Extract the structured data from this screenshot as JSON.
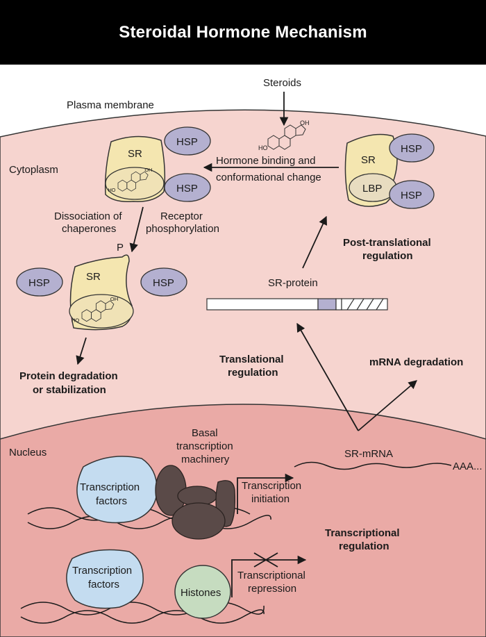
{
  "title": "Steroidal Hormone Mechanism",
  "colors": {
    "cytoplasm": "#f6d4cf",
    "nucleus": "#eaaaa6",
    "receptor": "#f4e6b0",
    "hsp": "#b4b0d0",
    "transcription_factors": "#c4dcf0",
    "histones": "#c6dcc0",
    "machinery": "#5a4a48",
    "lbp": "#e8dcc0"
  },
  "labels": {
    "steroids": "Steroids",
    "plasma_membrane": "Plasma membrane",
    "cytoplasm": "Cytoplasm",
    "nucleus": "Nucleus",
    "hormone_binding_1": "Hormone binding and",
    "hormone_binding_2": "conformational change",
    "dissociation_1": "Dissociation of",
    "dissociation_2": "chaperones",
    "phosphorylation_1": "Receptor",
    "phosphorylation_2": "phosphorylation",
    "phosphate": "P",
    "post_translational_1": "Post-translational",
    "post_translational_2": "regulation",
    "sr_protein": "SR-protein",
    "protein_degradation_1": "Protein degradation",
    "protein_degradation_2": "or stabilization",
    "translational_1": "Translational",
    "translational_2": "regulation",
    "mrna_degradation": "mRNA degradation",
    "basal_1": "Basal",
    "basal_2": "transcription",
    "basal_3": "machinery",
    "sr_mrna": "SR-mRNA",
    "poly_a": "AAA...",
    "initiation_1": "Transcription",
    "initiation_2": "initiation",
    "transcriptional_1": "Transcriptional",
    "transcriptional_2": "regulation",
    "repression_1": "Transcriptional",
    "repression_2": "repression"
  },
  "shapes": {
    "sr": "SR",
    "hsp": "HSP",
    "lbp": "LBP",
    "oh": "OH",
    "ho": "HO",
    "tf_1": "Transcription",
    "tf_2": "factors",
    "histones": "Histones"
  }
}
